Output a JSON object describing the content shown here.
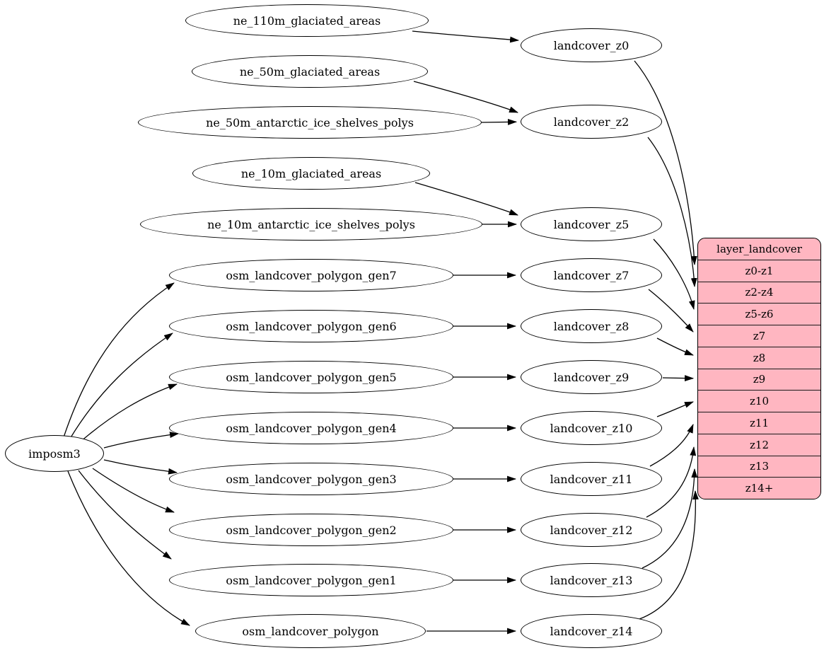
{
  "diagram": {
    "kind": "graphviz-etl-flow",
    "background_color": "#ffffff",
    "node_fill_color": "#ffffff",
    "node_stroke_color": "#000000",
    "edge_color": "#000000",
    "layer_table_fill_color": "#ffb6c1"
  },
  "nodes": {
    "root": "imposm3",
    "sources": [
      "ne_110m_glaciated_areas",
      "ne_50m_glaciated_areas",
      "ne_50m_antarctic_ice_shelves_polys",
      "ne_10m_glaciated_areas",
      "ne_10m_antarctic_ice_shelves_polys",
      "osm_landcover_polygon_gen7",
      "osm_landcover_polygon_gen6",
      "osm_landcover_polygon_gen5",
      "osm_landcover_polygon_gen4",
      "osm_landcover_polygon_gen3",
      "osm_landcover_polygon_gen2",
      "osm_landcover_polygon_gen1",
      "osm_landcover_polygon"
    ],
    "stages": [
      "landcover_z0",
      "landcover_z2",
      "landcover_z5",
      "landcover_z7",
      "landcover_z8",
      "landcover_z9",
      "landcover_z10",
      "landcover_z11",
      "landcover_z12",
      "landcover_z13",
      "landcover_z14"
    ]
  },
  "layer_table": {
    "header": "layer_landcover",
    "rows": [
      "z0-z1",
      "z2-z4",
      "z5-z6",
      "z7",
      "z8",
      "z9",
      "z10",
      "z11",
      "z12",
      "z13",
      "z14+"
    ]
  },
  "edges": [
    {
      "from": "imposm3",
      "to": "osm_landcover_polygon_gen7"
    },
    {
      "from": "imposm3",
      "to": "osm_landcover_polygon_gen6"
    },
    {
      "from": "imposm3",
      "to": "osm_landcover_polygon_gen5"
    },
    {
      "from": "imposm3",
      "to": "osm_landcover_polygon_gen4"
    },
    {
      "from": "imposm3",
      "to": "osm_landcover_polygon_gen3"
    },
    {
      "from": "imposm3",
      "to": "osm_landcover_polygon_gen2"
    },
    {
      "from": "imposm3",
      "to": "osm_landcover_polygon_gen1"
    },
    {
      "from": "imposm3",
      "to": "osm_landcover_polygon"
    },
    {
      "from": "ne_110m_glaciated_areas",
      "to": "landcover_z0"
    },
    {
      "from": "ne_50m_glaciated_areas",
      "to": "landcover_z2"
    },
    {
      "from": "ne_50m_antarctic_ice_shelves_polys",
      "to": "landcover_z2"
    },
    {
      "from": "ne_10m_glaciated_areas",
      "to": "landcover_z5"
    },
    {
      "from": "ne_10m_antarctic_ice_shelves_polys",
      "to": "landcover_z5"
    },
    {
      "from": "osm_landcover_polygon_gen7",
      "to": "landcover_z7"
    },
    {
      "from": "osm_landcover_polygon_gen6",
      "to": "landcover_z8"
    },
    {
      "from": "osm_landcover_polygon_gen5",
      "to": "landcover_z9"
    },
    {
      "from": "osm_landcover_polygon_gen4",
      "to": "landcover_z10"
    },
    {
      "from": "osm_landcover_polygon_gen3",
      "to": "landcover_z11"
    },
    {
      "from": "osm_landcover_polygon_gen2",
      "to": "landcover_z12"
    },
    {
      "from": "osm_landcover_polygon_gen1",
      "to": "landcover_z13"
    },
    {
      "from": "osm_landcover_polygon",
      "to": "landcover_z14"
    },
    {
      "from": "landcover_z0",
      "to": "layer_landcover.z0-z1"
    },
    {
      "from": "landcover_z2",
      "to": "layer_landcover.z2-z4"
    },
    {
      "from": "landcover_z5",
      "to": "layer_landcover.z5-z6"
    },
    {
      "from": "landcover_z7",
      "to": "layer_landcover.z7"
    },
    {
      "from": "landcover_z8",
      "to": "layer_landcover.z8"
    },
    {
      "from": "landcover_z9",
      "to": "layer_landcover.z9"
    },
    {
      "from": "landcover_z10",
      "to": "layer_landcover.z10"
    },
    {
      "from": "landcover_z11",
      "to": "layer_landcover.z11"
    },
    {
      "from": "landcover_z12",
      "to": "layer_landcover.z12"
    },
    {
      "from": "landcover_z13",
      "to": "layer_landcover.z13"
    },
    {
      "from": "landcover_z14",
      "to": "layer_landcover.z14+"
    }
  ]
}
